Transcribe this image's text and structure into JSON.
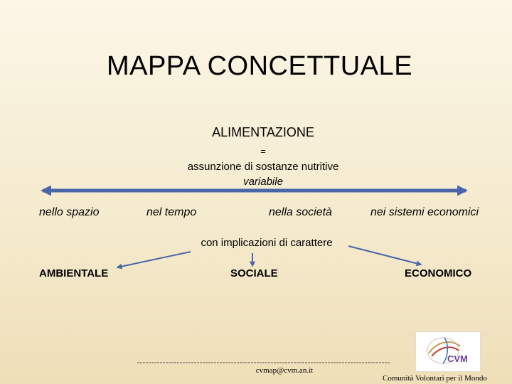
{
  "slide": {
    "title": "MAPPA  CONCETTUALE"
  },
  "concept": {
    "main": "ALIMENTAZIONE",
    "equals": "=",
    "definition": "assunzione di sostanze nutritive",
    "qualifier": "variabile"
  },
  "dimensions": [
    "nello spazio",
    "nel tempo",
    "nella società",
    "nei sistemi economici"
  ],
  "implications": {
    "label": "con implicazioni di carattere",
    "categories": [
      "AMBIENTALE",
      "SOCIALE",
      "ECONOMICO"
    ]
  },
  "footer": {
    "email": "cvmap@cvm.an.it",
    "organization": "Comunità Volontari per il Mondo",
    "logo_text": "CVM"
  },
  "colors": {
    "arrow": "#4a66a8",
    "background_top": "#fbf6e7",
    "background_bottom": "#efdfb8",
    "logo_accent": "#6a3f8f"
  }
}
